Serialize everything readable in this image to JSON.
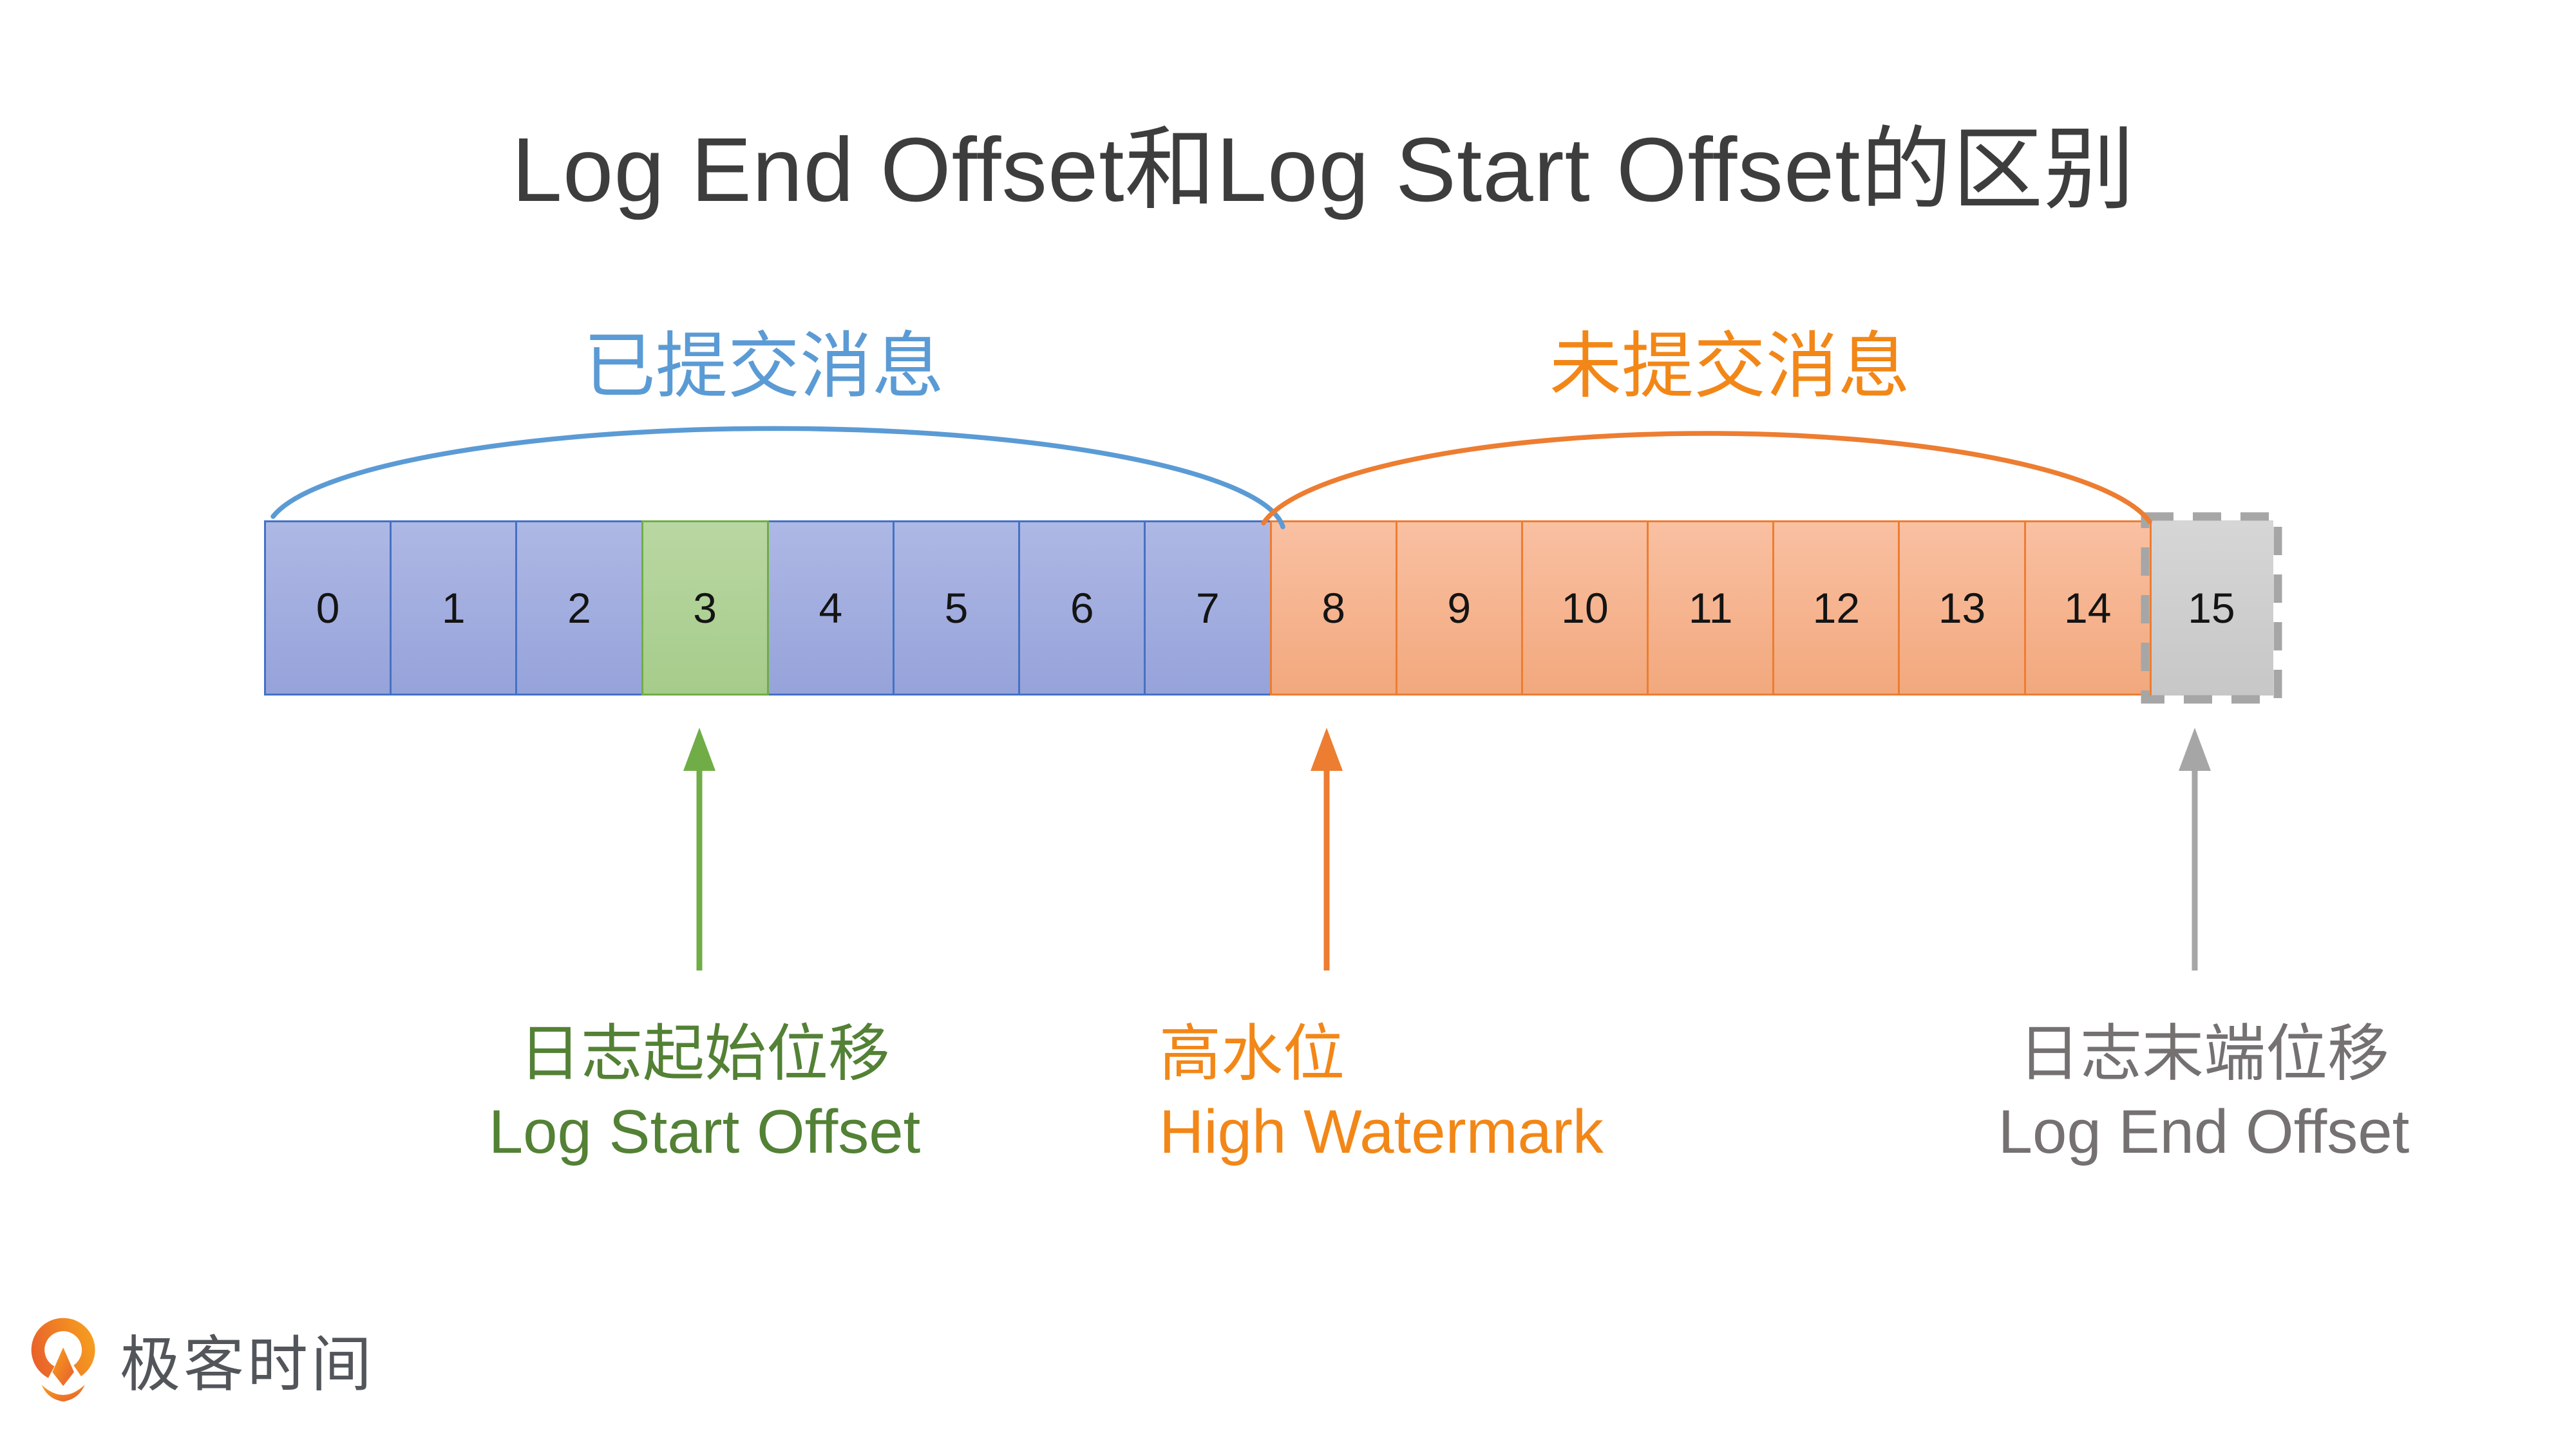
{
  "title": "Log End Offset和Log Start Offset的区别",
  "legend": {
    "committed_label": "已提交消息",
    "uncommitted_label": "未提交消息"
  },
  "cells": [
    {
      "label": "0",
      "type": "committed"
    },
    {
      "label": "1",
      "type": "committed"
    },
    {
      "label": "2",
      "type": "committed"
    },
    {
      "label": "3",
      "type": "log-start-offset"
    },
    {
      "label": "4",
      "type": "committed"
    },
    {
      "label": "5",
      "type": "committed"
    },
    {
      "label": "6",
      "type": "committed"
    },
    {
      "label": "7",
      "type": "committed"
    },
    {
      "label": "8",
      "type": "uncommitted"
    },
    {
      "label": "9",
      "type": "uncommitted"
    },
    {
      "label": "10",
      "type": "uncommitted"
    },
    {
      "label": "11",
      "type": "uncommitted"
    },
    {
      "label": "12",
      "type": "uncommitted"
    },
    {
      "label": "13",
      "type": "uncommitted"
    },
    {
      "label": "14",
      "type": "uncommitted"
    },
    {
      "label": "15",
      "type": "log-end-offset"
    }
  ],
  "annotations": {
    "log_start": {
      "zh": "日志起始位移",
      "en": "Log Start Offset"
    },
    "high_watermark": {
      "zh": "高水位",
      "en": "High Watermark"
    },
    "log_end": {
      "zh": "日志末端位移",
      "en": "Log End Offset"
    }
  },
  "logo": {
    "brand": "极客时间"
  },
  "colors": {
    "title_text": "#3d3d3d",
    "committed_accent": "#5b9bd5",
    "uncommitted_accent": "#ed7d31",
    "uncommitted_text": "#f28718",
    "blue_cell_fill": "#9fabdd",
    "blue_cell_border": "#4472c4",
    "green_cell_fill": "#afd096",
    "green_cell_border": "#70ad47",
    "orange_cell_fill": "#f5b08f",
    "orange_cell_border": "#ed7d31",
    "gray_cell_fill": "#cdcdcd",
    "gray_cell_border": "#a6a6a6",
    "log_start_text": "#538135",
    "log_end_text": "#767171",
    "arrow_green": "#70ad47",
    "arrow_orange": "#ed7d31",
    "arrow_gray": "#a6a6a6",
    "logo_orange": "#f08300",
    "logo_text": "#52565a"
  }
}
